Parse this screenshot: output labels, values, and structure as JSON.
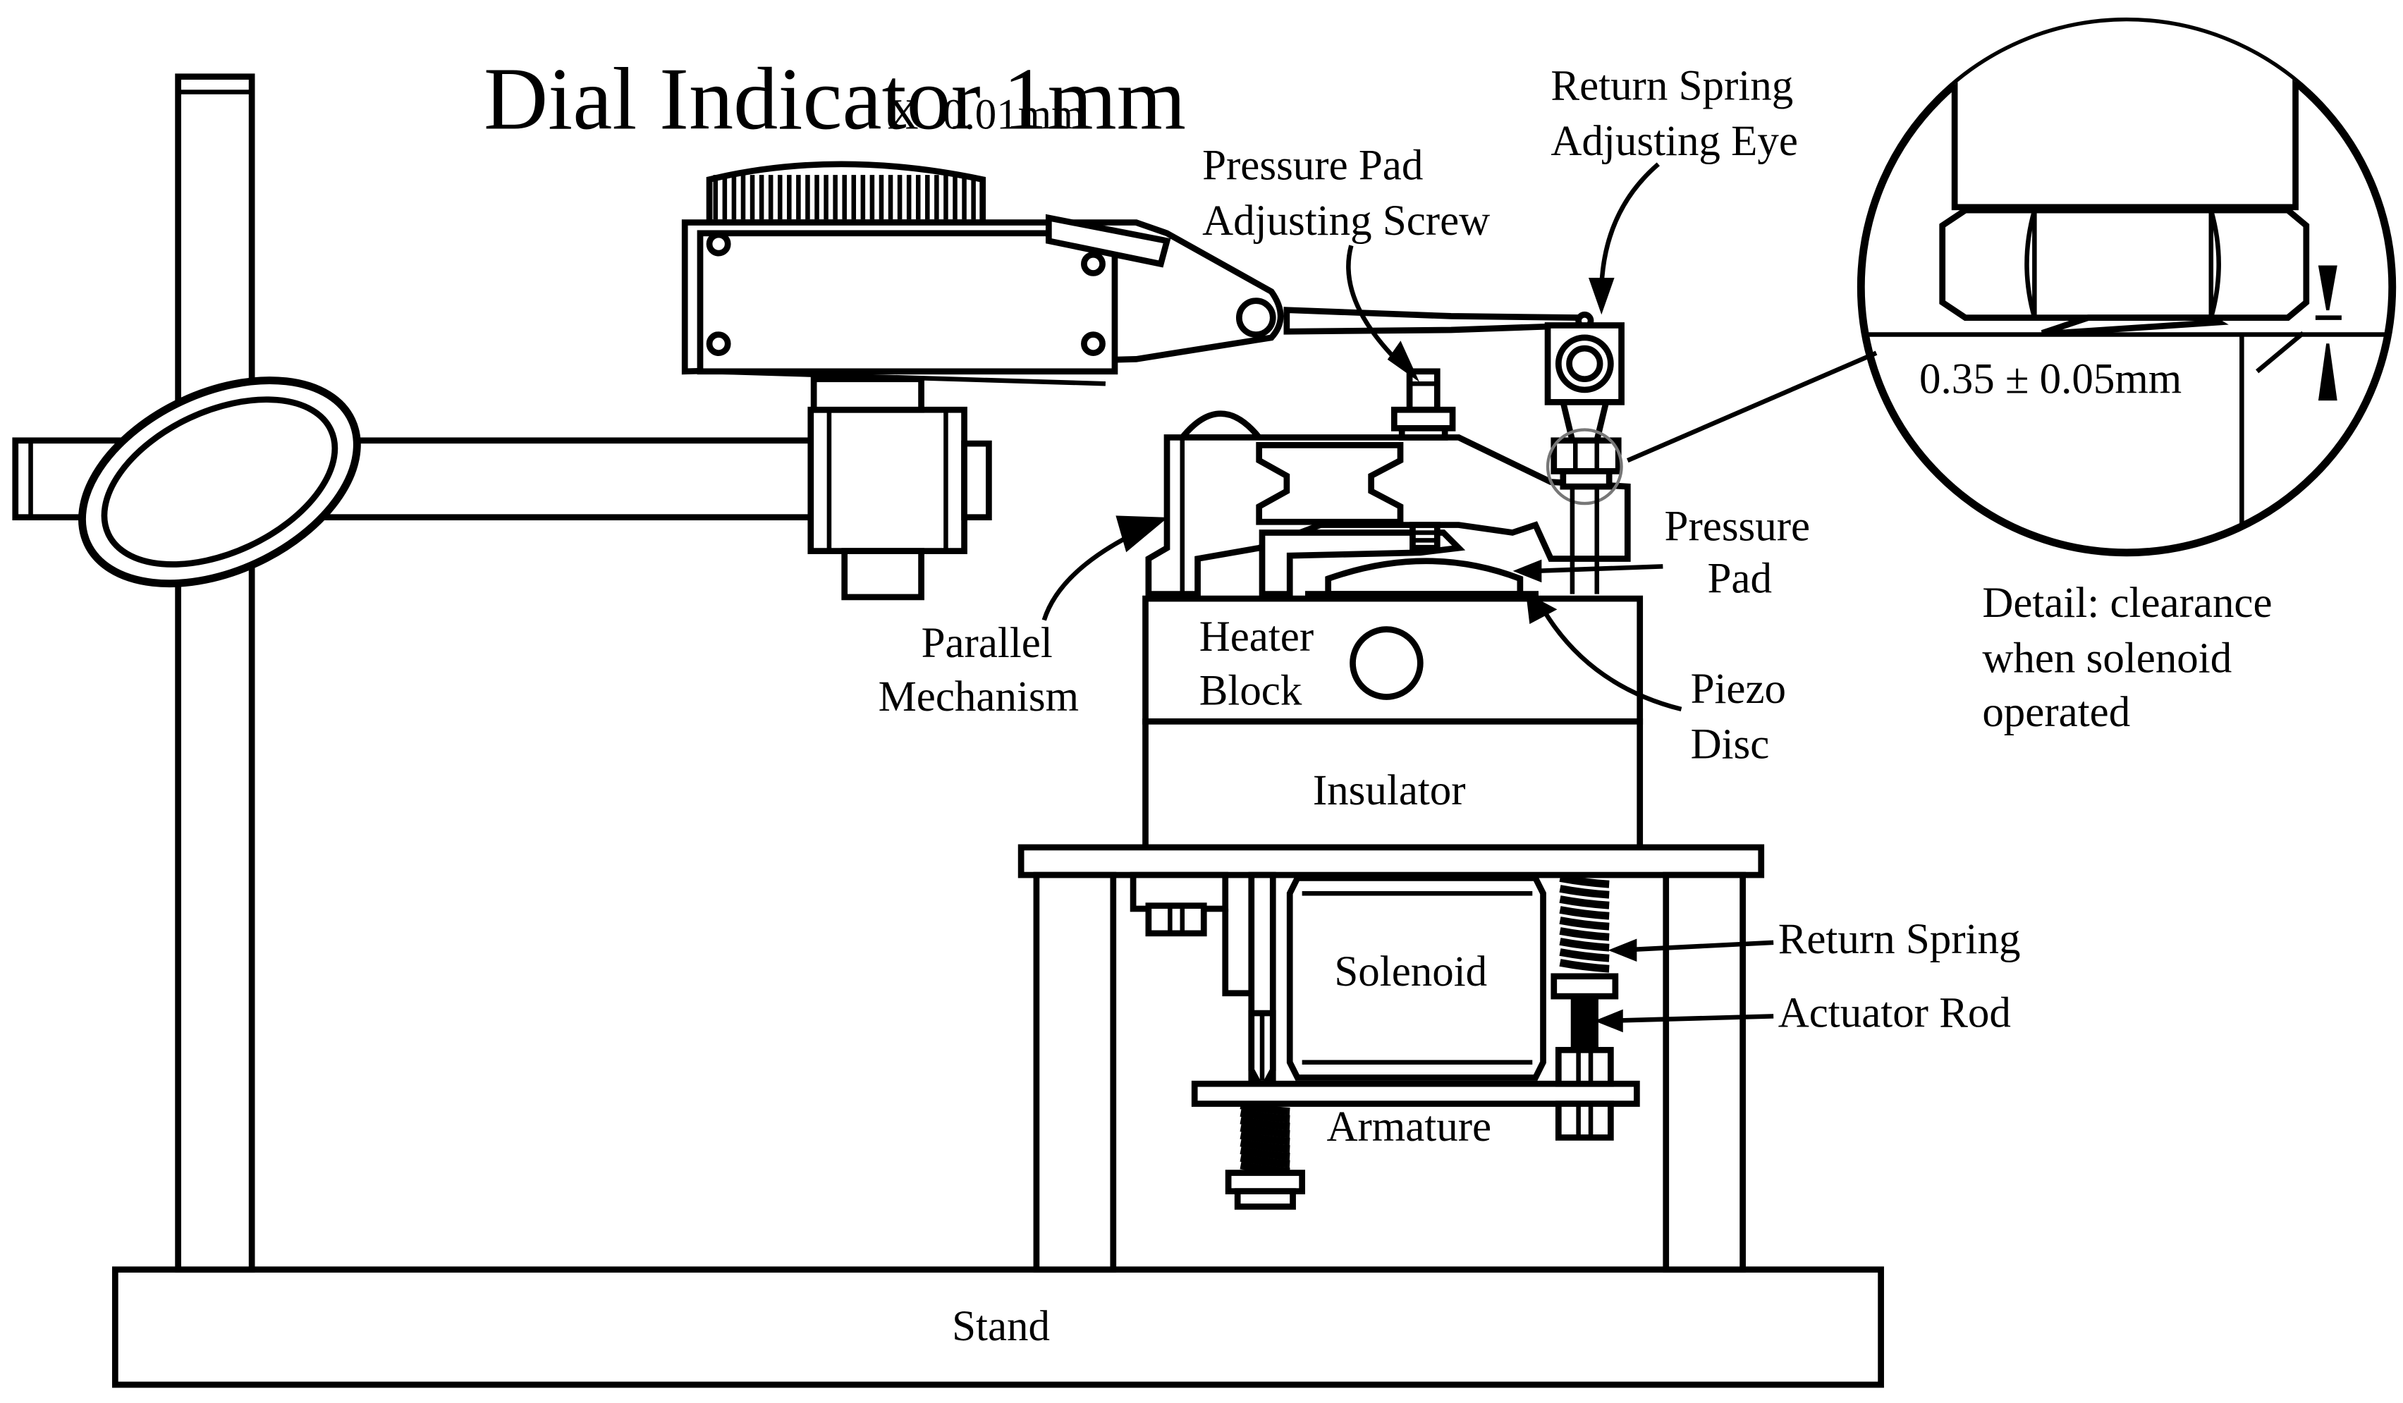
{
  "labels": {
    "dial_indicator": "Dial Indicator  1mm",
    "dial_times": "X",
    "dial_resolution": "0.01mm",
    "pressure_pad_screw_1": "Pressure Pad",
    "pressure_pad_screw_2": "Adjusting Screw",
    "return_spring_eye_1": "Return Spring",
    "return_spring_eye_2": "Adjusting Eye",
    "pressure_pad_1": "Pressure",
    "pressure_pad_2": "Pad",
    "parallel_mechanism_1": "Parallel",
    "parallel_mechanism_2": "Mechanism",
    "heater_block_1": "Heater",
    "heater_block_2": "Block",
    "piezo_disc_1": "Piezo",
    "piezo_disc_2": "Disc",
    "insulator": "Insulator",
    "solenoid": "Solenoid",
    "return_spring": "Return Spring",
    "actuator_rod": "Actuator Rod",
    "armature": "Armature",
    "stand": "Stand",
    "clearance_value": "0.35 ± 0.05mm",
    "detail_1": "Detail: clearance",
    "detail_2": "when solenoid",
    "detail_3": "operated"
  }
}
